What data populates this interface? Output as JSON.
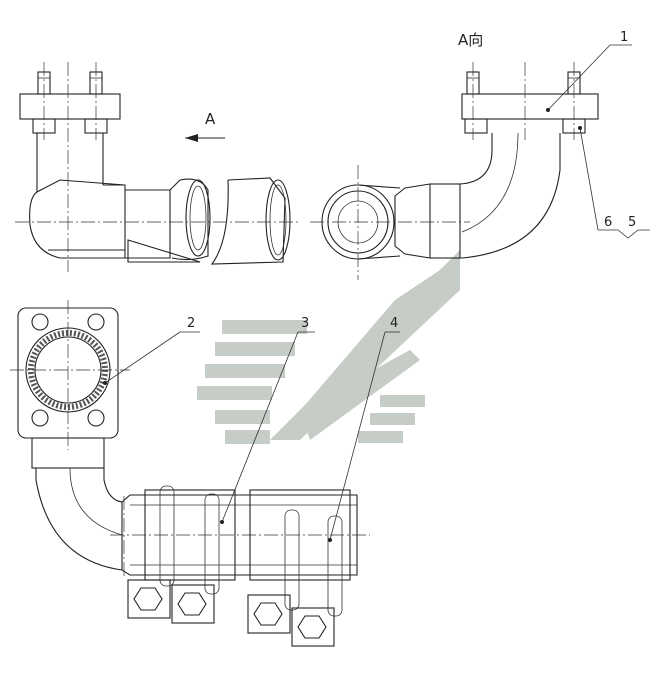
{
  "view_label": "A向",
  "arrow_label": "A",
  "callouts": [
    "1",
    "2",
    "3",
    "4",
    "5",
    "6"
  ],
  "colors": {
    "line": "#222222",
    "watermark": "#b4bcb4"
  }
}
